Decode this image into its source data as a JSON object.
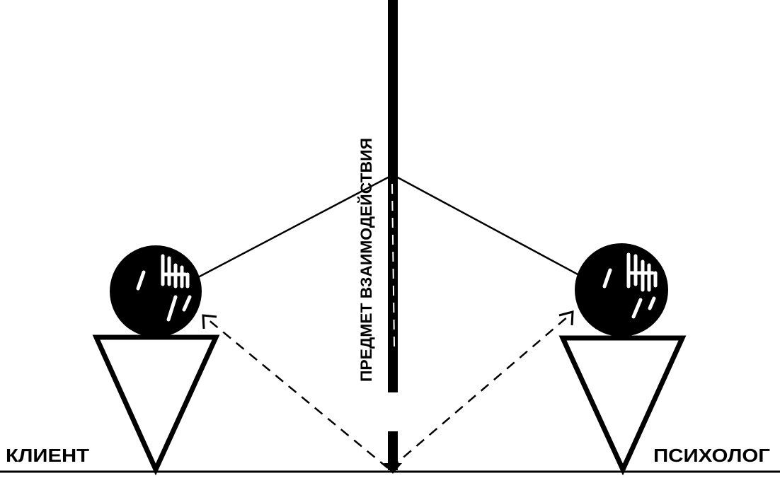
{
  "labels": {
    "client": "КЛИЕНТ",
    "psychologist": "ПСИХОЛОГ",
    "subject": "ПРЕДМЕТ ВЗАИМОДЕЙСТВИЯ"
  },
  "colors": {
    "ink": "#000000",
    "paper": "#ffffff"
  }
}
